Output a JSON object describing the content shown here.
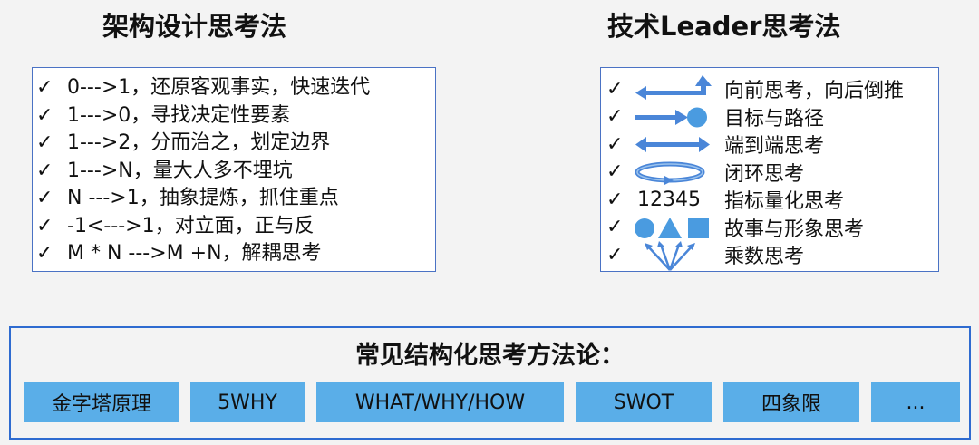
{
  "left": {
    "title": "架构设计思考法",
    "items": [
      {
        "check": "✓",
        "text": "0--->1，还原客观事实，快速迭代"
      },
      {
        "check": "✓",
        "text": "1--->0，寻找决定性要素"
      },
      {
        "check": "✓",
        "text": "1--->2，分而治之，划定边界"
      },
      {
        "check": "✓",
        "text": "1--->N，量大人多不埋坑"
      },
      {
        "check": "✓",
        "text": "N --->1，抽象提炼，抓住重点"
      },
      {
        "check": "✓",
        "text": "-1<--->1，对立面，正与反"
      },
      {
        "check": "✓",
        "text": "M * N --->M +N，解耦思考"
      }
    ]
  },
  "right": {
    "title": "技术Leader思考法",
    "items": [
      {
        "check": "✓",
        "icon": "back-forward-arrow-icon",
        "label": "向前思考，向后倒推"
      },
      {
        "check": "✓",
        "icon": "arrow-to-target-icon",
        "label": "目标与路径"
      },
      {
        "check": "✓",
        "icon": "double-headed-arrow-icon",
        "label": "端到端思考"
      },
      {
        "check": "✓",
        "icon": "loop-icon",
        "label": "闭环思考"
      },
      {
        "check": "✓",
        "number": "12345",
        "label": "指标量化思考"
      },
      {
        "check": "✓",
        "icon": "circle-triangle-square-icon",
        "label": "故事与形象思考"
      },
      {
        "check": "✓",
        "icon": "fan-out-arrows-icon",
        "label": "乘数思考"
      }
    ]
  },
  "bottom": {
    "title": "常见结构化思考方法论：",
    "methods": [
      "金字塔原理",
      "5WHY",
      "WHAT/WHY/HOW",
      "SWOT",
      "四象限",
      "..."
    ]
  },
  "colors": {
    "icon_blue": "#4a86d8",
    "box_border": "#4a72c4",
    "bottom_border": "#2e6bd0",
    "method_bg": "#5aaee8"
  }
}
